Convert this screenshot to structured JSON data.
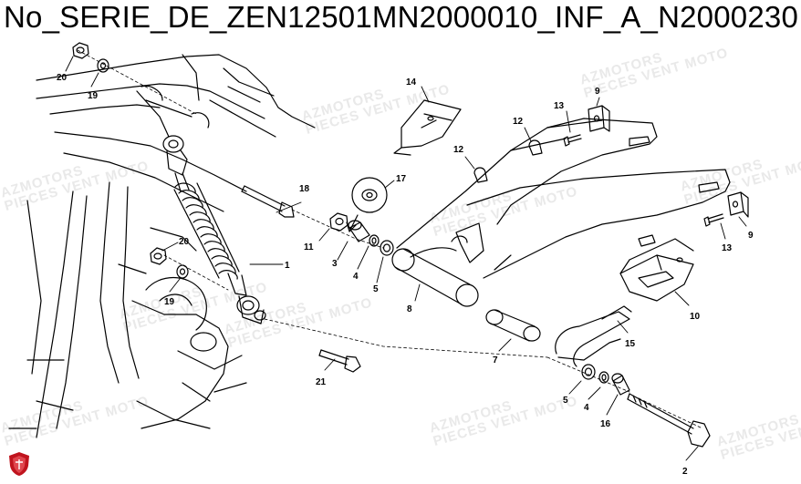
{
  "title": "No_SERIE_DE_ZEN12501MN2000010_INF_A_N2000230",
  "watermark": {
    "line1": "AZMOTORS",
    "line2": "PIECES VENT MOTO"
  },
  "part_labels": [
    {
      "id": "p1",
      "text": "1"
    },
    {
      "id": "p2",
      "text": "2"
    },
    {
      "id": "p3",
      "text": "3"
    },
    {
      "id": "p4a",
      "text": "4"
    },
    {
      "id": "p4b",
      "text": "4"
    },
    {
      "id": "p5a",
      "text": "5"
    },
    {
      "id": "p5b",
      "text": "5"
    },
    {
      "id": "p7",
      "text": "7"
    },
    {
      "id": "p8",
      "text": "8"
    },
    {
      "id": "p9a",
      "text": "9"
    },
    {
      "id": "p9b",
      "text": "9"
    },
    {
      "id": "p10",
      "text": "10"
    },
    {
      "id": "p11",
      "text": "11"
    },
    {
      "id": "p12a",
      "text": "12"
    },
    {
      "id": "p12b",
      "text": "12"
    },
    {
      "id": "p13a",
      "text": "13"
    },
    {
      "id": "p13b",
      "text": "13"
    },
    {
      "id": "p14",
      "text": "14"
    },
    {
      "id": "p15",
      "text": "15"
    },
    {
      "id": "p16",
      "text": "16"
    },
    {
      "id": "p17",
      "text": "17"
    },
    {
      "id": "p18",
      "text": "18"
    },
    {
      "id": "p19a",
      "text": "19"
    },
    {
      "id": "p19b",
      "text": "19"
    },
    {
      "id": "p20a",
      "text": "20"
    },
    {
      "id": "p20b",
      "text": "20"
    },
    {
      "id": "p21",
      "text": "21"
    }
  ],
  "colors": {
    "line": "#000000",
    "watermark": "#e6e6e6",
    "logo": "#c0141e"
  },
  "icons": {
    "brand_logo": "shield-logo-icon"
  }
}
